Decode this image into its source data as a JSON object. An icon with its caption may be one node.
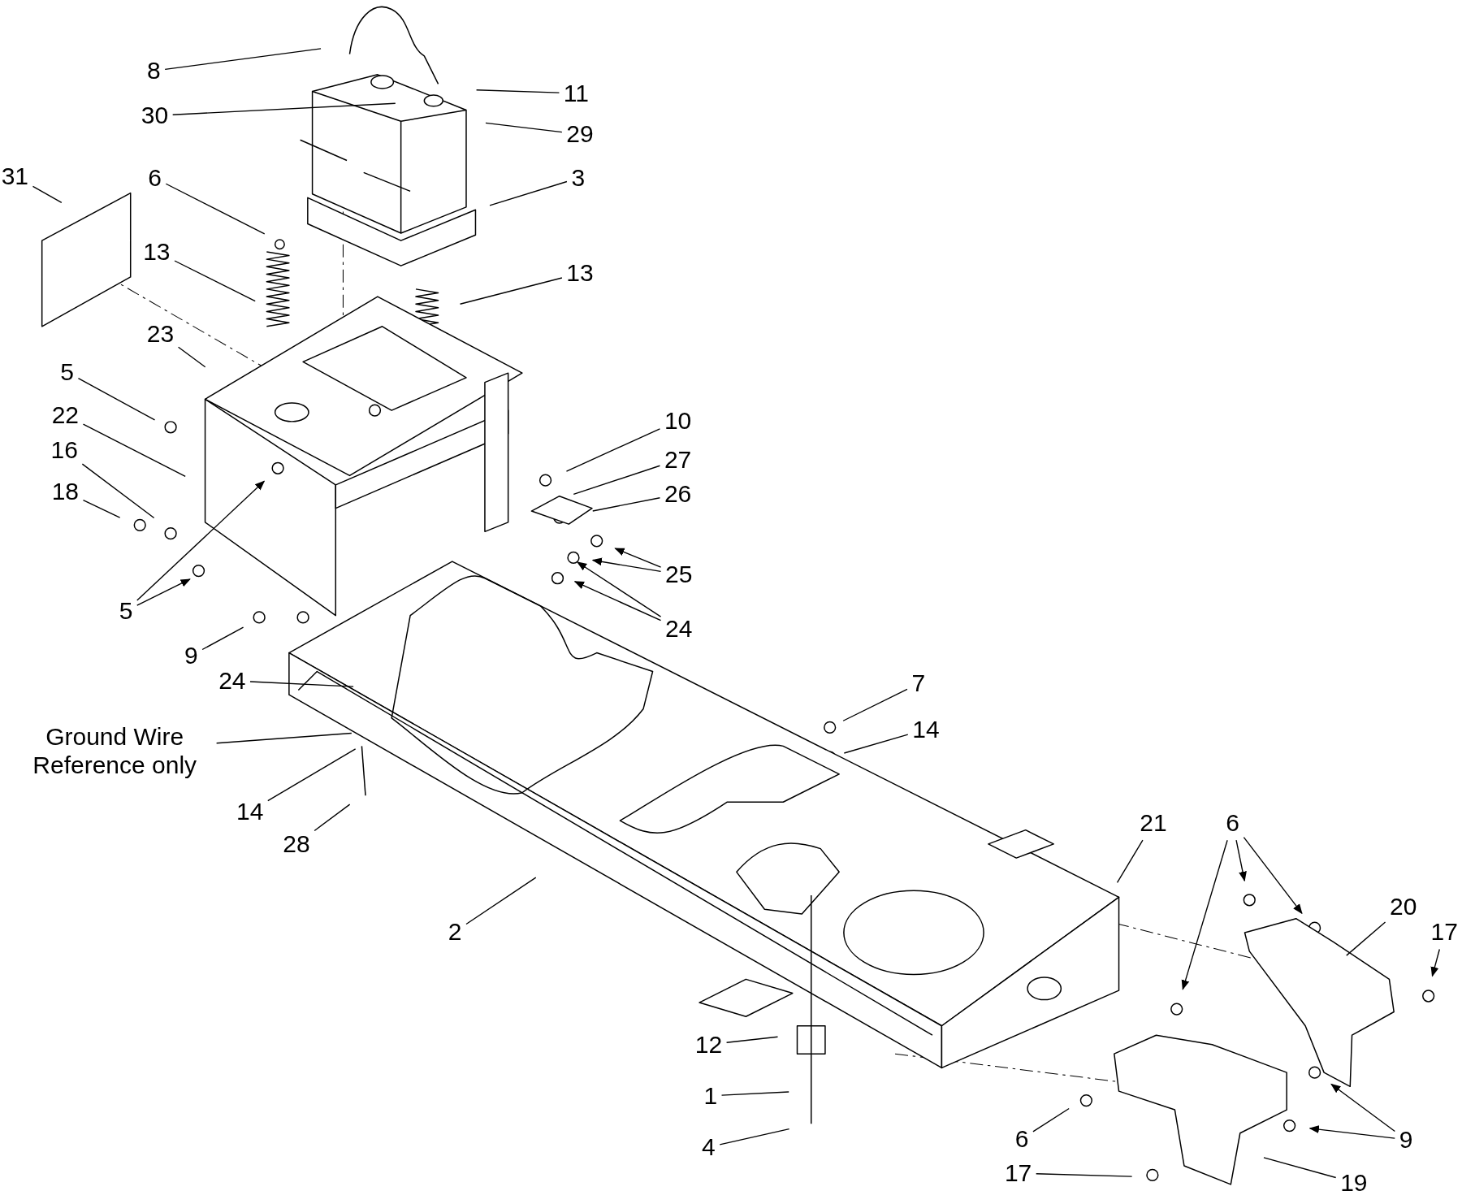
{
  "diagram": {
    "nodes": [
      {
        "text": [
          "8"
        ]
      },
      {
        "text": [
          "11"
        ]
      },
      {
        "text": [
          "30"
        ]
      },
      {
        "text": [
          "29"
        ]
      },
      {
        "text": [
          "31"
        ]
      },
      {
        "text": [
          "6"
        ]
      },
      {
        "text": [
          "3"
        ]
      },
      {
        "text": [
          "13"
        ]
      },
      {
        "text": [
          "13"
        ]
      },
      {
        "text": [
          "23"
        ]
      },
      {
        "text": [
          "5"
        ]
      },
      {
        "text": [
          "22"
        ]
      },
      {
        "text": [
          "16"
        ]
      },
      {
        "text": [
          "18"
        ]
      },
      {
        "text": [
          "10"
        ]
      },
      {
        "text": [
          "27"
        ]
      },
      {
        "text": [
          "26"
        ]
      },
      {
        "text": [
          "25"
        ]
      },
      {
        "text": [
          "24"
        ]
      },
      {
        "text": [
          "5"
        ]
      },
      {
        "text": [
          "9"
        ]
      },
      {
        "text": [
          "24"
        ]
      },
      {
        "text": [
          "Ground Wire Reference only"
        ]
      },
      {
        "text": [
          "14"
        ]
      },
      {
        "text": [
          "28"
        ]
      },
      {
        "text": [
          "7"
        ]
      },
      {
        "text": [
          "14"
        ]
      },
      {
        "text": [
          "2"
        ]
      },
      {
        "text": [
          "21"
        ]
      },
      {
        "text": [
          "6"
        ]
      },
      {
        "text": [
          "20"
        ]
      },
      {
        "text": [
          "17"
        ]
      },
      {
        "text": [
          "12"
        ]
      },
      {
        "text": [
          "1"
        ]
      },
      {
        "text": [
          "4"
        ]
      },
      {
        "text": [
          "6"
        ]
      },
      {
        "text": [
          "9"
        ]
      },
      {
        "text": [
          "17"
        ]
      },
      {
        "text": [
          "19"
        ]
      }
    ],
    "edges": [
      {
        "from": 0,
        "to": null,
        "arrow": "none"
      },
      {
        "from": 1,
        "to": null,
        "arrow": "none"
      },
      {
        "from": 2,
        "to": null,
        "arrow": "none"
      },
      {
        "from": 3,
        "to": null,
        "arrow": "none"
      },
      {
        "from": 4,
        "to": null,
        "arrow": "none"
      },
      {
        "from": 5,
        "to": null,
        "arrow": "none"
      },
      {
        "from": 6,
        "to": null,
        "arrow": "none"
      },
      {
        "from": 7,
        "to": null,
        "arrow": "none"
      },
      {
        "from": 8,
        "to": null,
        "arrow": "none"
      },
      {
        "from": 9,
        "to": null,
        "arrow": "none"
      },
      {
        "from": 10,
        "to": null,
        "arrow": "none"
      },
      {
        "from": 11,
        "to": null,
        "arrow": "none"
      },
      {
        "from": 12,
        "to": null,
        "arrow": "none"
      },
      {
        "from": 13,
        "to": null,
        "arrow": "none"
      },
      {
        "from": 14,
        "to": null,
        "arrow": "none"
      },
      {
        "from": 15,
        "to": null,
        "arrow": "none"
      },
      {
        "from": 16,
        "to": null,
        "arrow": "none"
      },
      {
        "from": 17,
        "to": null,
        "arrow": "to"
      },
      {
        "from": 17,
        "to": null,
        "arrow": "to"
      },
      {
        "from": 18,
        "to": null,
        "arrow": "to"
      },
      {
        "from": 18,
        "to": null,
        "arrow": "to"
      },
      {
        "from": 19,
        "to": null,
        "arrow": "to"
      },
      {
        "from": 19,
        "to": null,
        "arrow": "to"
      },
      {
        "from": 20,
        "to": null,
        "arrow": "none"
      },
      {
        "from": 21,
        "to": null,
        "arrow": "none"
      },
      {
        "from": 22,
        "to": null,
        "arrow": "none"
      },
      {
        "from": 23,
        "to": null,
        "arrow": "none"
      },
      {
        "from": 24,
        "to": null,
        "arrow": "none"
      },
      {
        "from": 25,
        "to": null,
        "arrow": "none"
      },
      {
        "from": 26,
        "to": null,
        "arrow": "none"
      },
      {
        "from": 27,
        "to": null,
        "arrow": "none"
      },
      {
        "from": 28,
        "to": null,
        "arrow": "none"
      },
      {
        "from": 29,
        "to": null,
        "arrow": "to"
      },
      {
        "from": 29,
        "to": null,
        "arrow": "to"
      },
      {
        "from": 29,
        "to": null,
        "arrow": "to"
      },
      {
        "from": 30,
        "to": null,
        "arrow": "none"
      },
      {
        "from": 31,
        "to": null,
        "arrow": "to"
      },
      {
        "from": 32,
        "to": null,
        "arrow": "none"
      },
      {
        "from": 33,
        "to": null,
        "arrow": "none"
      },
      {
        "from": 34,
        "to": null,
        "arrow": "none"
      },
      {
        "from": 35,
        "to": null,
        "arrow": "none"
      },
      {
        "from": 36,
        "to": null,
        "arrow": "to"
      },
      {
        "from": 36,
        "to": null,
        "arrow": "to"
      },
      {
        "from": 37,
        "to": null,
        "arrow": "none"
      },
      {
        "from": 38,
        "to": null,
        "arrow": "none"
      }
    ]
  }
}
